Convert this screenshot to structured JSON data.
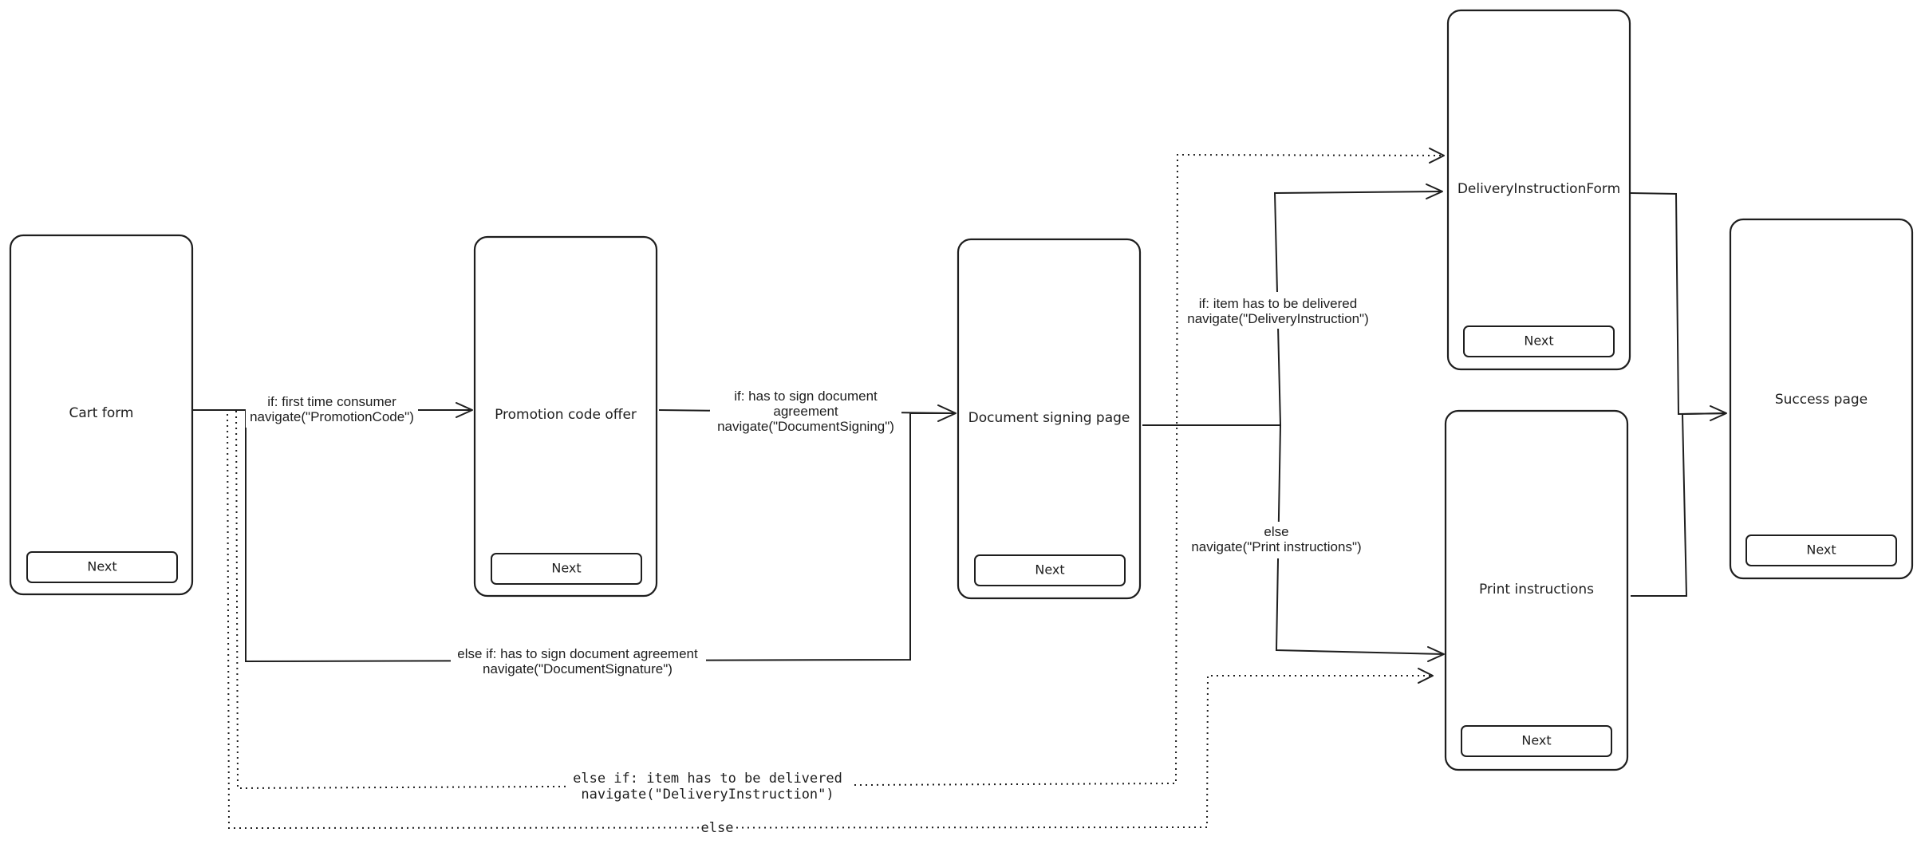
{
  "screens": {
    "cart": {
      "title": "Cart form",
      "button": "Next"
    },
    "promo": {
      "title": "Promotion code offer",
      "button": "Next"
    },
    "docsign": {
      "title": "Document signing page",
      "button": "Next"
    },
    "delivery": {
      "title": "DeliveryInstructionForm",
      "button": "Next"
    },
    "print": {
      "title": "Print instructions",
      "button": "Next"
    },
    "success": {
      "title": "Success page",
      "button": "Next"
    }
  },
  "edges": {
    "cart_to_promo": {
      "line1": "if: first time consumer",
      "line2": "navigate(\"PromotionCode\")"
    },
    "promo_to_docsign": {
      "line1": "if: has to sign document",
      "line2": "agreement",
      "line3": "navigate(\"DocumentSigning\")"
    },
    "cart_to_docsign": {
      "line1": "else if: has to sign document agreement",
      "line2": "navigate(\"DocumentSignature\")"
    },
    "docsign_to_delivery": {
      "line1": "if: item has to be delivered",
      "line2": "navigate(\"DeliveryInstruction\")"
    },
    "docsign_to_print": {
      "line1": "else",
      "line2": "navigate(\"Print instructions\")"
    },
    "cart_to_delivery": {
      "line1": "else if: item has to be delivered",
      "line2": "navigate(\"DeliveryInstruction\")"
    },
    "cart_to_print": {
      "line1": "else"
    }
  }
}
